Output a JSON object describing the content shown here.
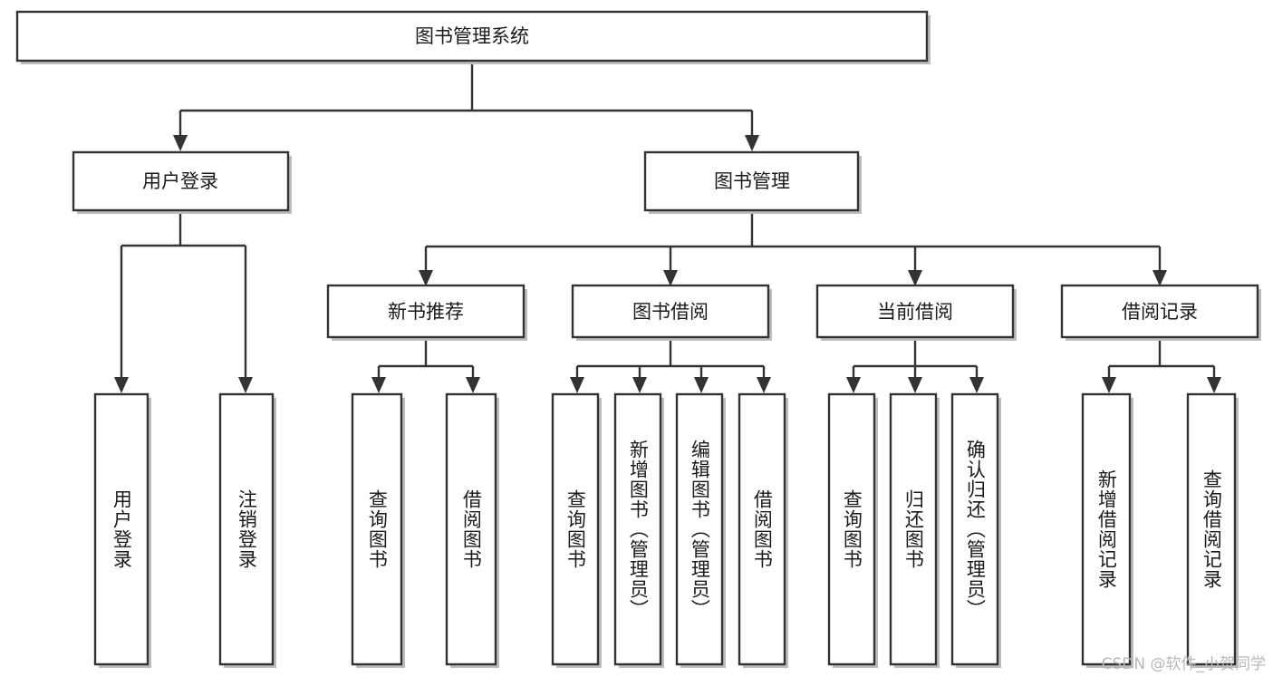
{
  "diagram": {
    "type": "tree-flowchart",
    "title": "图书管理系统",
    "watermark": "CSDN @软件_小贺同学",
    "colors": {
      "box_stroke": "#333333",
      "box_fill": "#ffffff",
      "connector": "#333333",
      "text": "#1a1a1a",
      "watermark": "#b8b8b8",
      "background": "#ffffff"
    },
    "levels": {
      "root": {
        "label": "图书管理系统",
        "orientation": "horizontal"
      },
      "level2": [
        {
          "label": "用户登录",
          "orientation": "horizontal"
        },
        {
          "label": "图书管理",
          "orientation": "horizontal"
        }
      ],
      "level3": [
        {
          "label": "新书推荐",
          "orientation": "horizontal"
        },
        {
          "label": "图书借阅",
          "orientation": "horizontal"
        },
        {
          "label": "当前借阅",
          "orientation": "horizontal"
        },
        {
          "label": "借阅记录",
          "orientation": "horizontal"
        }
      ],
      "leaves_user_login": [
        {
          "label": "用户登录",
          "orientation": "vertical"
        },
        {
          "label": "注销登录",
          "orientation": "vertical"
        }
      ],
      "leaves_new_book": [
        {
          "label": "查询图书",
          "orientation": "vertical"
        },
        {
          "label": "借阅图书",
          "orientation": "vertical"
        }
      ],
      "leaves_borrow": [
        {
          "label": "查询图书",
          "orientation": "vertical"
        },
        {
          "label": "新增图书（管理员）",
          "orientation": "vertical"
        },
        {
          "label": "编辑图书（管理员）",
          "orientation": "vertical"
        },
        {
          "label": "借阅图书",
          "orientation": "vertical"
        }
      ],
      "leaves_current": [
        {
          "label": "查询图书",
          "orientation": "vertical"
        },
        {
          "label": "归还图书",
          "orientation": "vertical"
        },
        {
          "label": "确认归还（管理员）",
          "orientation": "vertical"
        }
      ],
      "leaves_records": [
        {
          "label": "新增借阅记录",
          "orientation": "vertical"
        },
        {
          "label": "查询借阅记录",
          "orientation": "vertical"
        }
      ]
    }
  }
}
